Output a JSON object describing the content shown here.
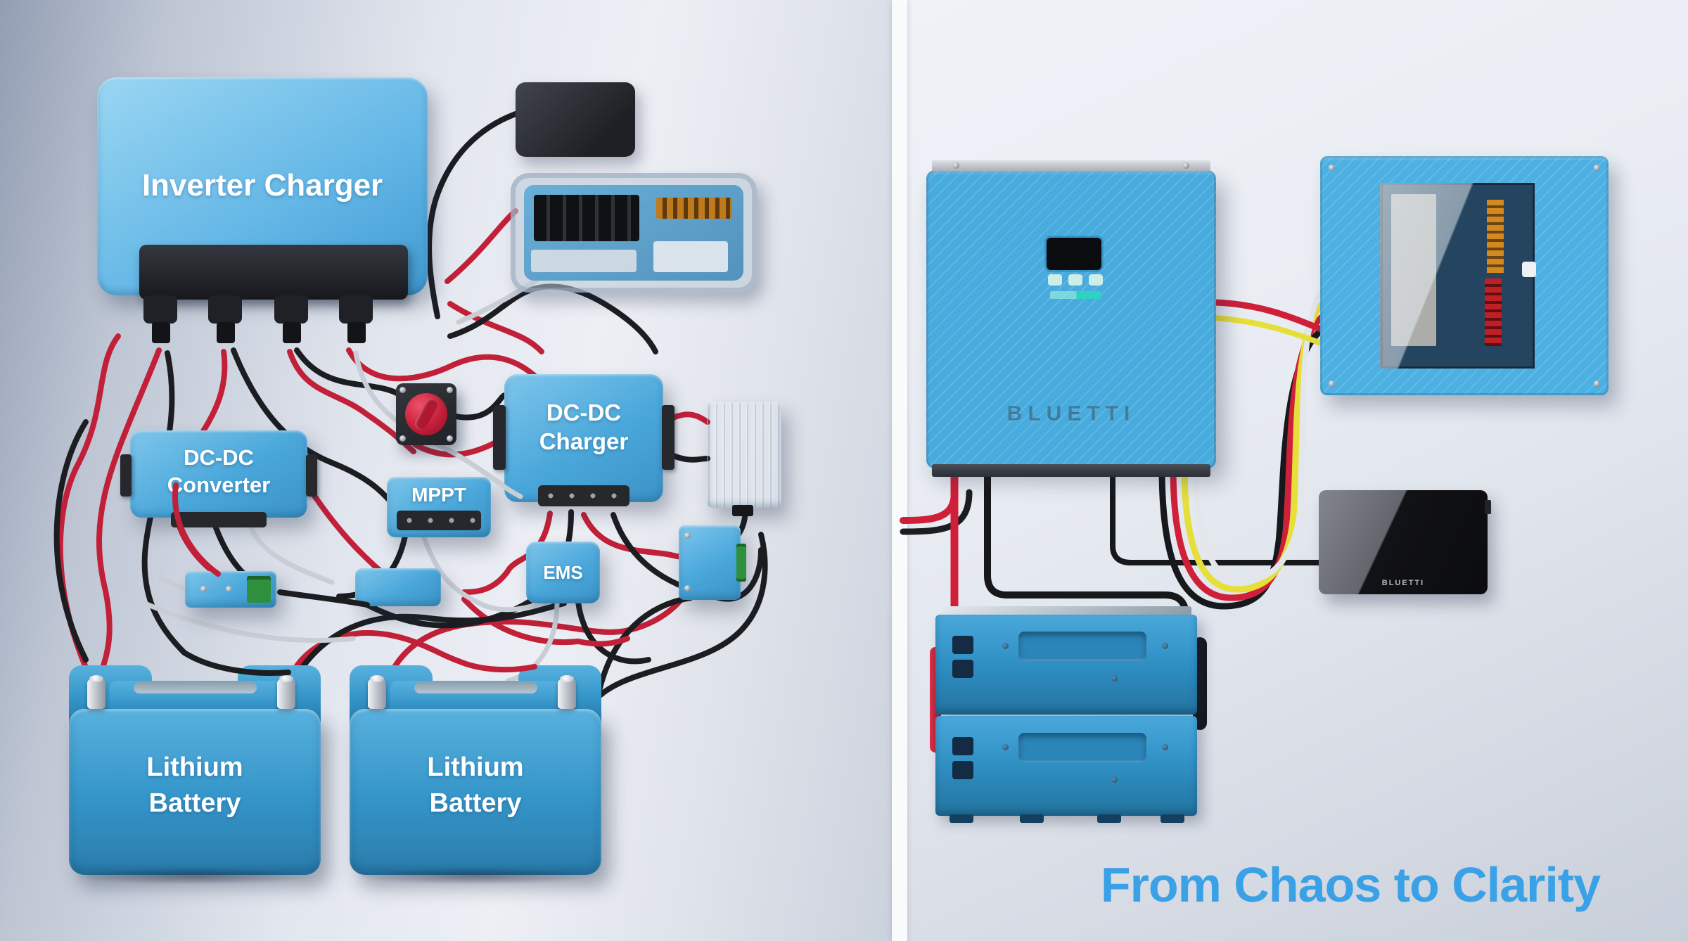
{
  "scene": {
    "description": "Comparison illustration of a tangled DIY power system versus a clean BLUETTI all-in-one installation"
  },
  "left": {
    "inverter_charger_label": "Inverter Charger",
    "dc_dc_converter_label": "DC-DC\nConverter",
    "mppt_label": "MPPT",
    "dc_dc_charger_label": "DC-DC\nCharger",
    "ems_label": "EMS",
    "battery1_label": "Lithium\nBattery",
    "battery2_label": "Lithium\nBattery"
  },
  "right": {
    "main_unit_brand": "BLUETTI",
    "monitor_brand": "BLUETTI",
    "caption": "From Chaos to Clarity"
  },
  "colors": {
    "caption_blue": "#3aa1e6",
    "device_blue": "#3f9fd4",
    "battery_blue": "#2f8fc2",
    "main_unit_blue": "#47abde",
    "wire_red": "#c22038",
    "wire_black": "#1c1d21",
    "wire_white": "#c9cdd4",
    "wire_yellow": "#e6df3a",
    "switch_knob_red": "#c51f39",
    "terminal_green": "#2e8f3c"
  }
}
